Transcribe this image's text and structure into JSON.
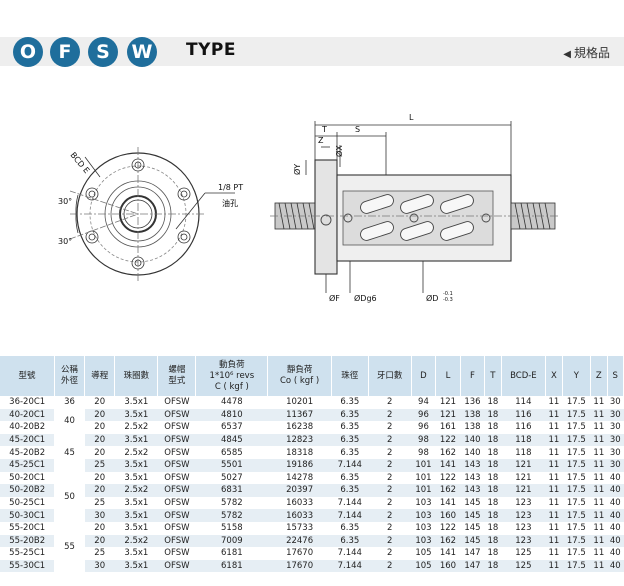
{
  "header": {
    "badges": [
      "O",
      "F",
      "S",
      "W"
    ],
    "type_title": "TYPE",
    "back_label": "規格品"
  },
  "drawing": {
    "labels": {
      "bcd": "BCD E",
      "angle1": "30°",
      "angle2": "30°",
      "pt": "1/8 PT",
      "oil": "油孔",
      "L": "L",
      "T": "T",
      "S": "S",
      "Z": "Z",
      "X": "ØX",
      "Y": "ØY",
      "F": "ØF",
      "Dg6": "ØDg6",
      "D": "ØD",
      "D_tol_upper": "-0.1",
      "D_tol_lower": "-0.3"
    }
  },
  "colors": {
    "brand": "#1f6e9c",
    "header_bg": "#eeeeee",
    "table_header": "#cfe1ee",
    "row_stripe": "#e6eef4"
  },
  "table": {
    "headers": {
      "model": "型號",
      "dia_l1": "公稱",
      "dia_l2": "外徑",
      "lead": "導程",
      "circuits": "珠圈數",
      "nut_l1": "螺帽",
      "nut_l2": "型式",
      "dyn_l1": "動負荷",
      "dyn_l2": "1*10⁶ revs",
      "dyn_l3": "C ( kgf )",
      "stat_l1": "靜負荷",
      "stat_l2": "Co ( kgf )",
      "ball": "珠徑",
      "thread": "牙口數",
      "D": "D",
      "L": "L",
      "F": "F",
      "T": "T",
      "BCD": "BCD-E",
      "X": "X",
      "Y": "Y",
      "Z": "Z",
      "S": "S"
    },
    "groups": [
      {
        "diameter": "36",
        "rows": [
          [
            "36-20C1",
            "20",
            "3.5x1",
            "OFSW",
            "4478",
            "10201",
            "6.35",
            "2",
            "94",
            "121",
            "136",
            "18",
            "114",
            "11",
            "17.5",
            "11",
            "30"
          ]
        ]
      },
      {
        "diameter": "40",
        "rows": [
          [
            "40-20C1",
            "20",
            "3.5x1",
            "OFSW",
            "4810",
            "11367",
            "6.35",
            "2",
            "96",
            "121",
            "138",
            "18",
            "116",
            "11",
            "17.5",
            "11",
            "30"
          ],
          [
            "40-20B2",
            "20",
            "2.5x2",
            "OFSW",
            "6537",
            "16238",
            "6.35",
            "2",
            "96",
            "161",
            "138",
            "18",
            "116",
            "11",
            "17.5",
            "11",
            "30"
          ]
        ]
      },
      {
        "diameter": "45",
        "rows": [
          [
            "45-20C1",
            "20",
            "3.5x1",
            "OFSW",
            "4845",
            "12823",
            "6.35",
            "2",
            "98",
            "122",
            "140",
            "18",
            "118",
            "11",
            "17.5",
            "11",
            "30"
          ],
          [
            "45-20B2",
            "20",
            "2.5x2",
            "OFSW",
            "6585",
            "18318",
            "6.35",
            "2",
            "98",
            "162",
            "140",
            "18",
            "118",
            "11",
            "17.5",
            "11",
            "30"
          ],
          [
            "45-25C1",
            "25",
            "3.5x1",
            "OFSW",
            "5501",
            "19186",
            "7.144",
            "2",
            "101",
            "141",
            "143",
            "18",
            "121",
            "11",
            "17.5",
            "11",
            "30"
          ]
        ]
      },
      {
        "diameter": "50",
        "rows": [
          [
            "50-20C1",
            "20",
            "3.5x1",
            "OFSW",
            "5027",
            "14278",
            "6.35",
            "2",
            "101",
            "122",
            "143",
            "18",
            "121",
            "11",
            "17.5",
            "11",
            "40"
          ],
          [
            "50-20B2",
            "20",
            "2.5x2",
            "OFSW",
            "6831",
            "20397",
            "6.35",
            "2",
            "101",
            "162",
            "143",
            "18",
            "121",
            "11",
            "17.5",
            "11",
            "40"
          ],
          [
            "50-25C1",
            "25",
            "3.5x1",
            "OFSW",
            "5782",
            "16033",
            "7.144",
            "2",
            "103",
            "141",
            "145",
            "18",
            "123",
            "11",
            "17.5",
            "11",
            "40"
          ],
          [
            "50-30C1",
            "30",
            "3.5x1",
            "OFSW",
            "5782",
            "16033",
            "7.144",
            "2",
            "103",
            "160",
            "145",
            "18",
            "123",
            "11",
            "17.5",
            "11",
            "40"
          ]
        ]
      },
      {
        "diameter": "55",
        "rows": [
          [
            "55-20C1",
            "20",
            "3.5x1",
            "OFSW",
            "5158",
            "15733",
            "6.35",
            "2",
            "103",
            "122",
            "145",
            "18",
            "123",
            "11",
            "17.5",
            "11",
            "40"
          ],
          [
            "55-20B2",
            "20",
            "2.5x2",
            "OFSW",
            "7009",
            "22476",
            "6.35",
            "2",
            "103",
            "162",
            "145",
            "18",
            "123",
            "11",
            "17.5",
            "11",
            "40"
          ],
          [
            "55-25C1",
            "25",
            "3.5x1",
            "OFSW",
            "6181",
            "17670",
            "7.144",
            "2",
            "105",
            "141",
            "147",
            "18",
            "125",
            "11",
            "17.5",
            "11",
            "40"
          ],
          [
            "55-30C1",
            "30",
            "3.5x1",
            "OFSW",
            "6181",
            "17670",
            "7.144",
            "2",
            "105",
            "160",
            "147",
            "18",
            "125",
            "11",
            "17.5",
            "11",
            "40"
          ]
        ]
      }
    ]
  }
}
